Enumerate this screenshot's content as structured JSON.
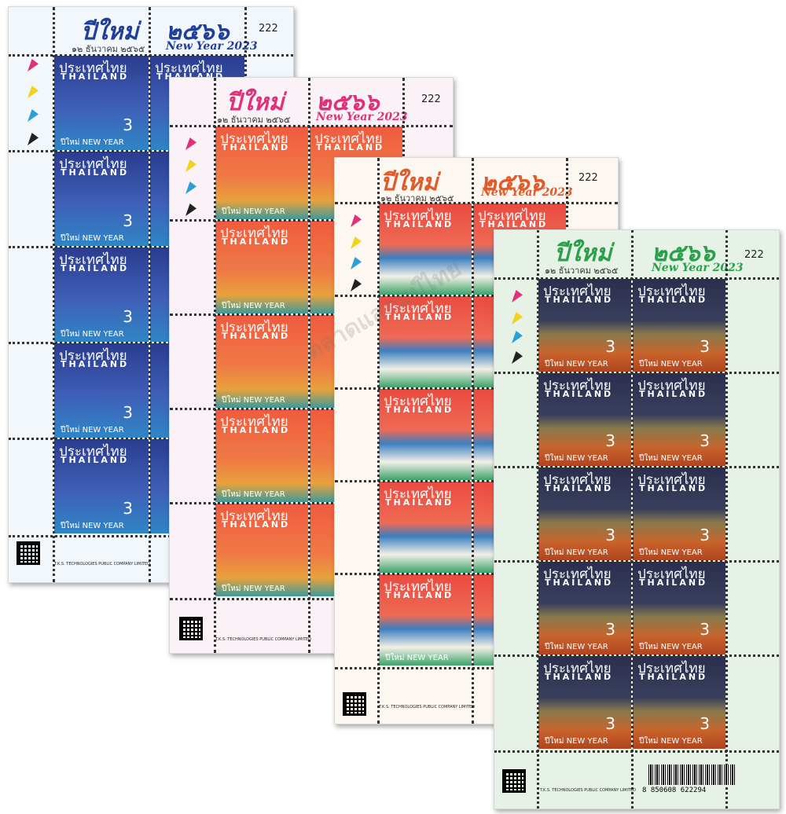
{
  "sheets": [
    {
      "id": "blue",
      "header_thai": "ปีใหม่",
      "header_date": "๑๒ ธันวาคม ๒๕๖๕",
      "header_year_thai": "๒๕๖๖",
      "header_new_year": "New Year 2023",
      "sheet_number": "222",
      "stamp_thai": "ประเทศไทย",
      "stamp_en": "THAILAND",
      "stamp_value": "3",
      "stamp_caption": "ปีใหม่ NEW YEAR",
      "company": "T.K.S. TECHNOLOGIES PUBLIC COMPANY LIMITED",
      "header_color": "#1f3f9a",
      "bg_color": "#f2f7fb",
      "stamp_top_color": "#2a3c8f",
      "stamp_bottom_color": "#2f86c6"
    },
    {
      "id": "pink",
      "header_thai": "ปีใหม่",
      "header_date": "๑๒ ธันวาคม ๒๕๖๕",
      "header_year_thai": "๒๕๖๖",
      "header_new_year": "New Year 2023",
      "sheet_number": "222",
      "stamp_thai": "ประเทศไทย",
      "stamp_en": "THAILAND",
      "stamp_value": "3",
      "stamp_caption": "ปีใหม่ NEW YEAR",
      "company": "T.K.S. TECHNOLOGIES PUBLIC COMPANY LIMITED",
      "header_color": "#e0307a",
      "bg_color": "#fbf2f7",
      "stamp_top_color": "#f05a3f",
      "stamp_bottom_color": "#e8a23c"
    },
    {
      "id": "orange",
      "header_thai": "ปีใหม่",
      "header_date": "๑๒ ธันวาคม ๒๕๖๕",
      "header_year_thai": "๒๕๖๖",
      "header_new_year": "New Year 2023",
      "sheet_number": "222",
      "stamp_thai": "ประเทศไทย",
      "stamp_en": "THAILAND",
      "stamp_value": "3",
      "stamp_caption": "ปีใหม่ NEW YEAR",
      "company": "T.K.S. TECHNOLOGIES PUBLIC COMPANY LIMITED",
      "header_color": "#e05a2a",
      "bg_color": "#fdf7f2",
      "stamp_top_color": "#ea4a3f",
      "stamp_bottom_color": "#3ba36a"
    },
    {
      "id": "green",
      "header_thai": "ปีใหม่",
      "header_date": "๑๒ ธันวาคม ๒๕๖๕",
      "header_year_thai": "๒๕๖๖",
      "header_new_year": "New Year 2023",
      "sheet_number": "222",
      "stamp_thai": "ประเทศไทย",
      "stamp_en": "THAILAND",
      "stamp_value": "3",
      "stamp_caption": "ปีใหม่ NEW YEAR",
      "company": "T.K.S. TECHNOLOGIES PUBLIC COMPANY LIMITED",
      "barcode_number": "8 850608 622294",
      "header_color": "#2aa04a",
      "bg_color": "#e6f2e6",
      "stamp_top_color": "#2b2f4d",
      "stamp_bottom_color": "#c8632c"
    }
  ],
  "watermark": "ตลาดแสตมป์ไทย"
}
